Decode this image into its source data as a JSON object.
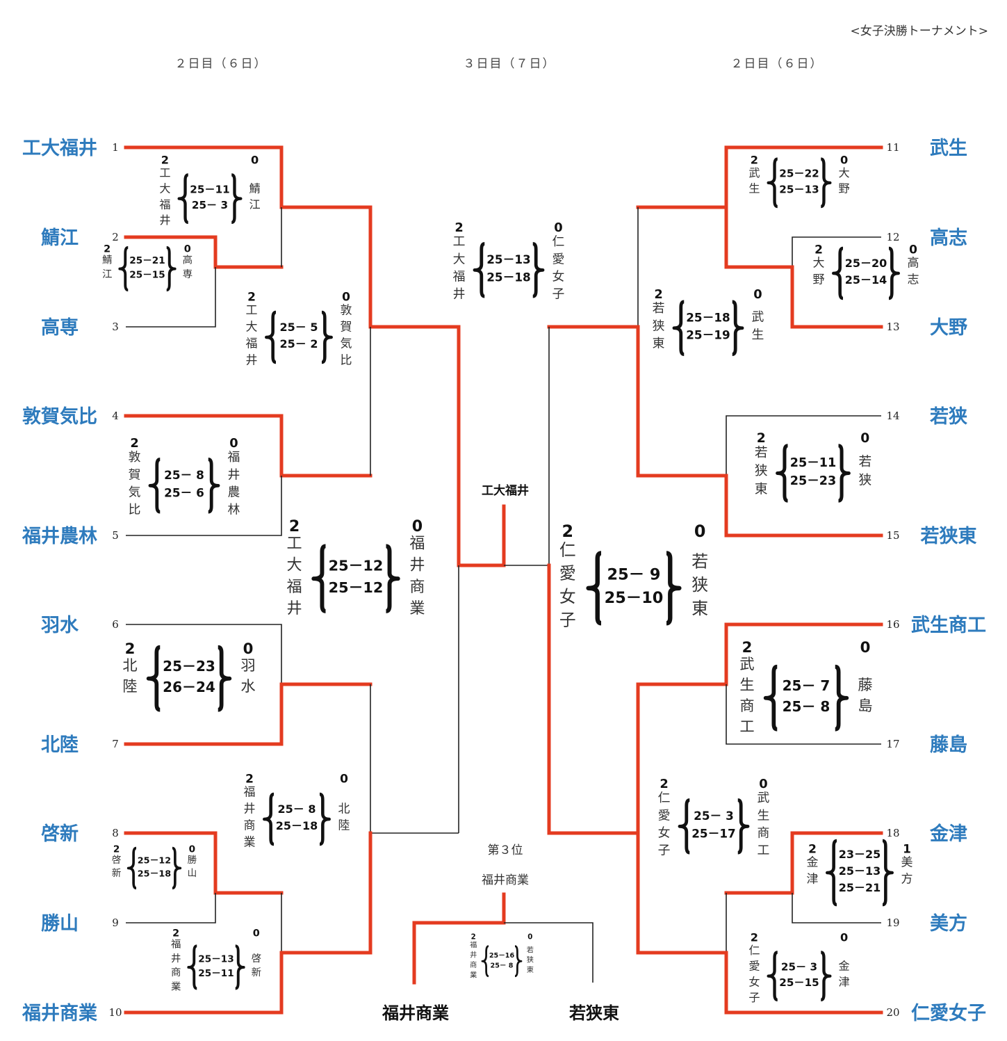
{
  "title": "<女子決勝トーナメント>",
  "days": {
    "left": "２日目（６日）",
    "center": "３日目（７日）",
    "right": "２日目（６日）"
  },
  "teams": [
    {
      "seed": "1",
      "name": "工大福井"
    },
    {
      "seed": "2",
      "name": "鯖江"
    },
    {
      "seed": "3",
      "name": "高専"
    },
    {
      "seed": "4",
      "name": "敦賀気比"
    },
    {
      "seed": "5",
      "name": "福井農林"
    },
    {
      "seed": "6",
      "name": "羽水"
    },
    {
      "seed": "7",
      "name": "北陸"
    },
    {
      "seed": "8",
      "name": "啓新"
    },
    {
      "seed": "9",
      "name": "勝山"
    },
    {
      "seed": "10",
      "name": "福井商業"
    },
    {
      "seed": "11",
      "name": "武生"
    },
    {
      "seed": "12",
      "name": "高志"
    },
    {
      "seed": "13",
      "name": "大野"
    },
    {
      "seed": "14",
      "name": "若狭"
    },
    {
      "seed": "15",
      "name": "若狭東"
    },
    {
      "seed": "16",
      "name": "武生商工"
    },
    {
      "seed": "17",
      "name": "藤島"
    },
    {
      "seed": "18",
      "name": "金津"
    },
    {
      "seed": "19",
      "name": "美方"
    },
    {
      "seed": "20",
      "name": "仁愛女子"
    }
  ],
  "matches": [
    {
      "id": "m2v3",
      "winner": "鯖江",
      "loser": "高専",
      "winner_sets": "2",
      "loser_sets": "0",
      "scores": [
        "25－21",
        "25－15"
      ]
    },
    {
      "id": "m1v2",
      "winner": "工大福井",
      "loser": "鯖江",
      "winner_sets": "2",
      "loser_sets": "0",
      "scores": [
        "25－11",
        "25－ 3"
      ]
    },
    {
      "id": "m4v5",
      "winner": "敦賀気比",
      "loser": "福井農林",
      "winner_sets": "2",
      "loser_sets": "0",
      "scores": [
        "25－ 8",
        "25－ 6"
      ]
    },
    {
      "id": "mL_qf1",
      "winner": "工大福井",
      "loser": "敦賀気比",
      "winner_sets": "2",
      "loser_sets": "0",
      "scores": [
        "25－ 5",
        "25－ 2"
      ]
    },
    {
      "id": "m6v7",
      "winner": "北陸",
      "loser": "羽水",
      "winner_sets": "2",
      "loser_sets": "0",
      "scores": [
        "25－23",
        "26－24"
      ]
    },
    {
      "id": "m8v9",
      "winner": "啓新",
      "loser": "勝山",
      "winner_sets": "2",
      "loser_sets": "0",
      "scores": [
        "25－12",
        "25－18"
      ]
    },
    {
      "id": "m10",
      "winner": "福井商業",
      "loser": "啓新",
      "winner_sets": "2",
      "loser_sets": "0",
      "scores": [
        "25－13",
        "25－11"
      ]
    },
    {
      "id": "mL_qf2",
      "winner": "福井商業",
      "loser": "北陸",
      "winner_sets": "2",
      "loser_sets": "0",
      "scores": [
        "25－ 8",
        "25－18"
      ]
    },
    {
      "id": "mL_sf",
      "winner": "工大福井",
      "loser": "福井商業",
      "winner_sets": "2",
      "loser_sets": "0",
      "scores": [
        "25－12",
        "25－12"
      ]
    },
    {
      "id": "m11",
      "winner": "武生",
      "loser": "大野",
      "winner_sets": "2",
      "loser_sets": "0",
      "scores": [
        "25－22",
        "25－13"
      ]
    },
    {
      "id": "m12v13",
      "winner": "大野",
      "loser": "高志",
      "winner_sets": "2",
      "loser_sets": "0",
      "scores": [
        "25－20",
        "25－14"
      ]
    },
    {
      "id": "m14v15",
      "winner": "若狭東",
      "loser": "若狭",
      "winner_sets": "2",
      "loser_sets": "0",
      "scores": [
        "25－11",
        "25－23"
      ]
    },
    {
      "id": "mR_qf1",
      "winner": "若狭東",
      "loser": "武生",
      "winner_sets": "2",
      "loser_sets": "0",
      "scores": [
        "25－18",
        "25－19"
      ]
    },
    {
      "id": "m16v17",
      "winner": "武生商工",
      "loser": "藤島",
      "winner_sets": "2",
      "loser_sets": "0",
      "scores": [
        "25－ 7",
        "25－ 8"
      ]
    },
    {
      "id": "m18v19",
      "winner": "金津",
      "loser": "美方",
      "winner_sets": "2",
      "loser_sets": "1",
      "scores": [
        "23－25",
        "25－13",
        "25－21"
      ]
    },
    {
      "id": "m20",
      "winner": "仁愛女子",
      "loser": "金津",
      "winner_sets": "2",
      "loser_sets": "0",
      "scores": [
        "25－ 3",
        "25－15"
      ]
    },
    {
      "id": "mR_qf2",
      "winner": "仁愛女子",
      "loser": "武生商工",
      "winner_sets": "2",
      "loser_sets": "0",
      "scores": [
        "25－ 3",
        "25－17"
      ]
    },
    {
      "id": "mR_sf",
      "winner": "仁愛女子",
      "loser": "若狭東",
      "winner_sets": "2",
      "loser_sets": "0",
      "scores": [
        "25－ 9",
        "25－10"
      ]
    },
    {
      "id": "mFinal",
      "winner": "工大福井",
      "loser": "仁愛女子",
      "winner_sets": "2",
      "loser_sets": "0",
      "scores": [
        "25－13",
        "25－18"
      ]
    },
    {
      "id": "mThird",
      "winner": "福井商業",
      "loser": "若狭東",
      "winner_sets": "2",
      "loser_sets": "0",
      "scores": [
        "25－16",
        "25－ 8"
      ]
    }
  ],
  "champion": "工大福井",
  "third_place": {
    "label": "第３位",
    "winner": "福井商業",
    "left_team": "福井商業",
    "right_team": "若狭東"
  },
  "colors": {
    "team_text": "#2e7bbd",
    "winner_line": "#e43b20",
    "loser_line": "#222222"
  }
}
